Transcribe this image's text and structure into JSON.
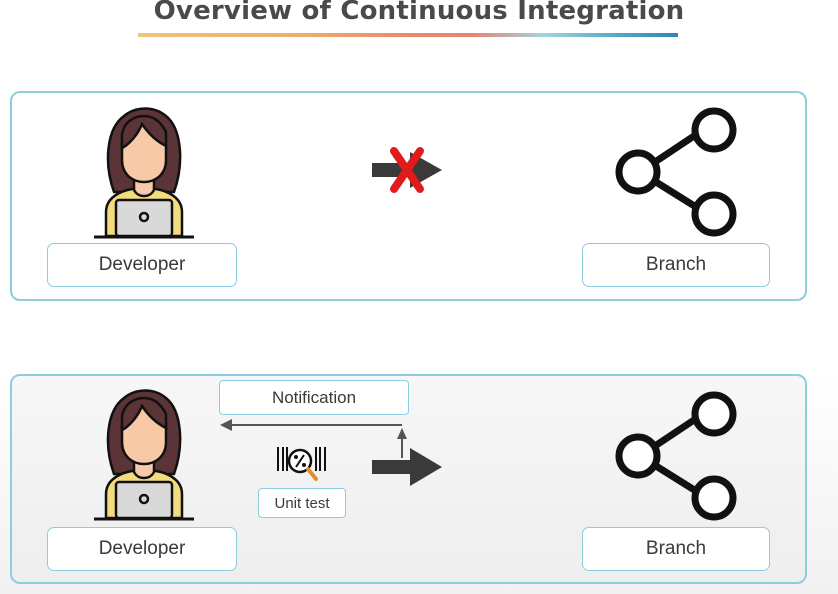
{
  "title": "Overview of Continuous Integration",
  "top_panel": {
    "developer_label": "Developer",
    "branch_label": "Branch"
  },
  "bottom_panel": {
    "developer_label": "Developer",
    "branch_label": "Branch",
    "notification_label": "Notification",
    "unit_test_label": "Unit test"
  },
  "colors": {
    "box_border": "#8ccde0",
    "blocked_x": "#e11b1b",
    "arrow": "#3a3a3a",
    "hair": "#5a3436",
    "skin": "#f7c9a6",
    "shirt": "#f2dc7d"
  }
}
